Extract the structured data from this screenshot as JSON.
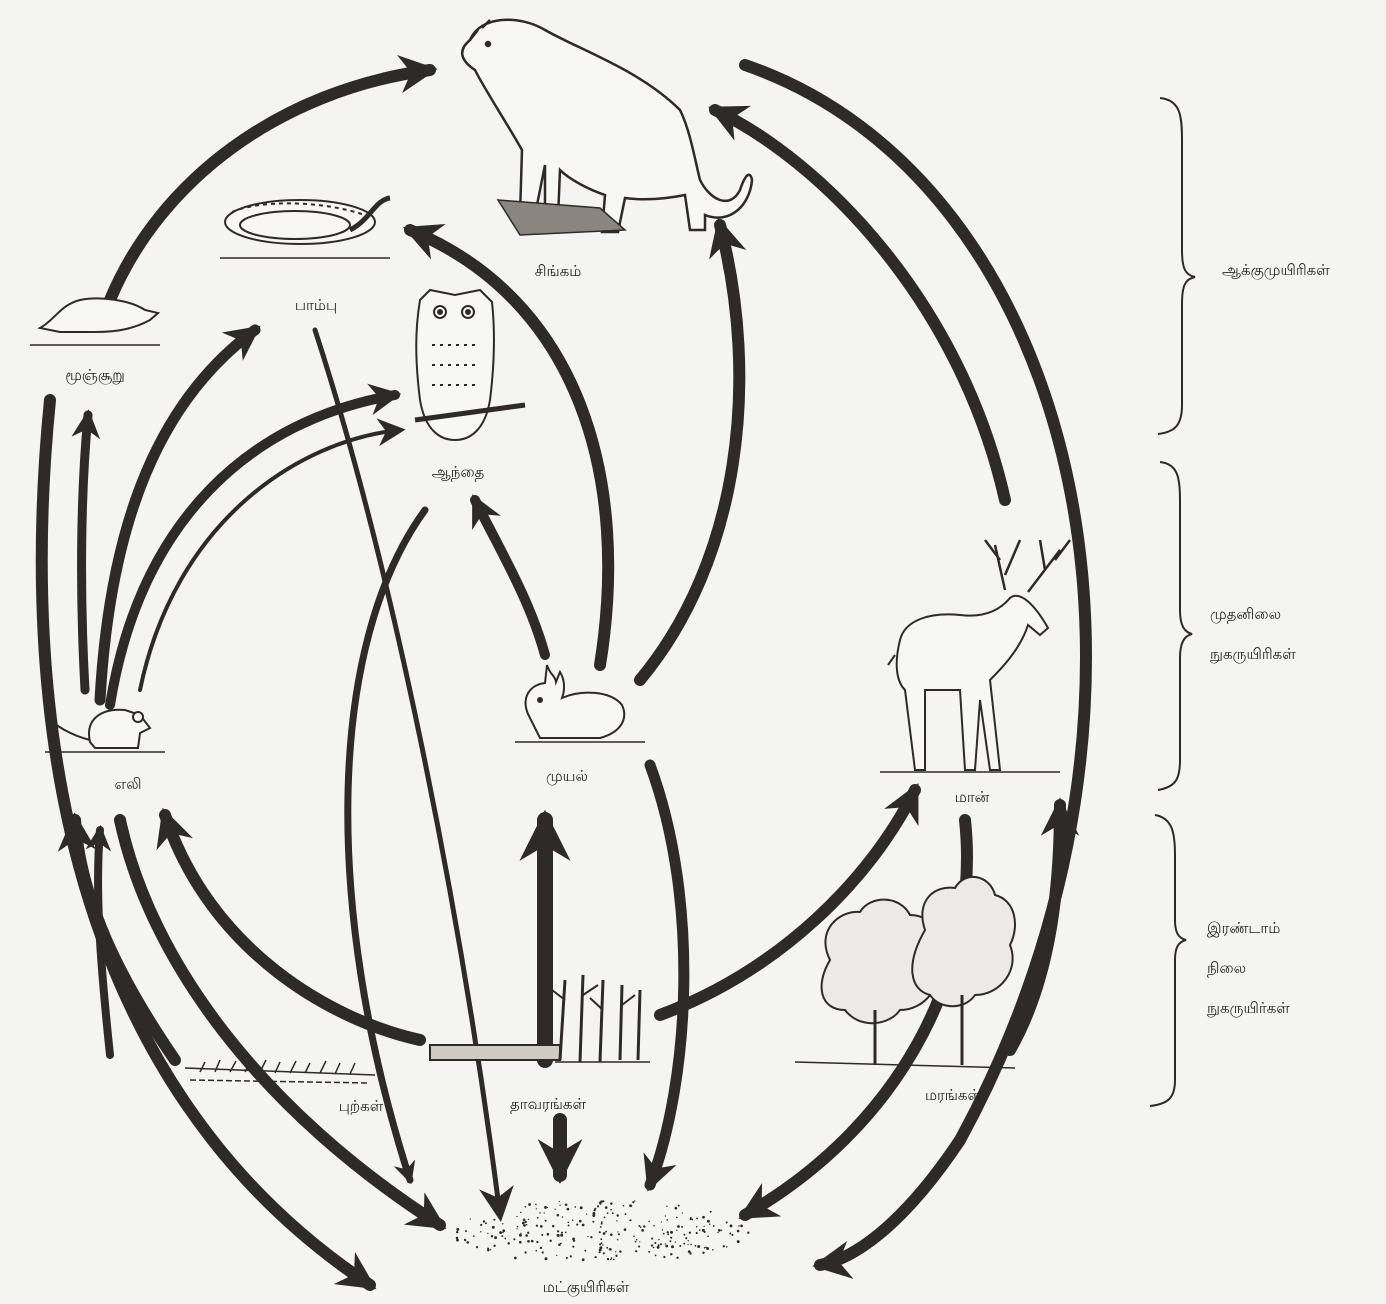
{
  "organisms": {
    "lion": "சிங்கம்",
    "snake": "பாம்பு",
    "mongoose": "மூஞ்சூறு",
    "owl": "ஆந்தை",
    "rat": "எலி",
    "rabbit": "முயல்",
    "deer": "மான்",
    "grasses": "புற்கள்",
    "plants": "தாவரங்கள்",
    "trees": "மரங்கள்",
    "decomposers": "மட்குயிரிகள்"
  },
  "groups": {
    "top": [
      "ஆக்குமுயிரிகள்"
    ],
    "middle": [
      "முதனிலை",
      "நுகருயிரிகள்"
    ],
    "bottom": [
      "இரண்டாம்",
      "நிலை",
      "நுகருயிர்கள்"
    ]
  },
  "colors": {
    "background": "#f4f4f2",
    "ink": "#2e2a27",
    "label": "#222222"
  },
  "icons": {
    "lion": "lion-illustration",
    "snake": "snake-illustration",
    "mongoose": "mongoose-illustration",
    "owl": "owl-illustration",
    "rat": "rat-illustration",
    "rabbit": "rabbit-illustration",
    "deer": "deer-illustration",
    "grasses": "grass-illustration",
    "plants": "corn-plants-illustration",
    "trees": "trees-illustration",
    "decomposers": "decomposer-dots"
  }
}
